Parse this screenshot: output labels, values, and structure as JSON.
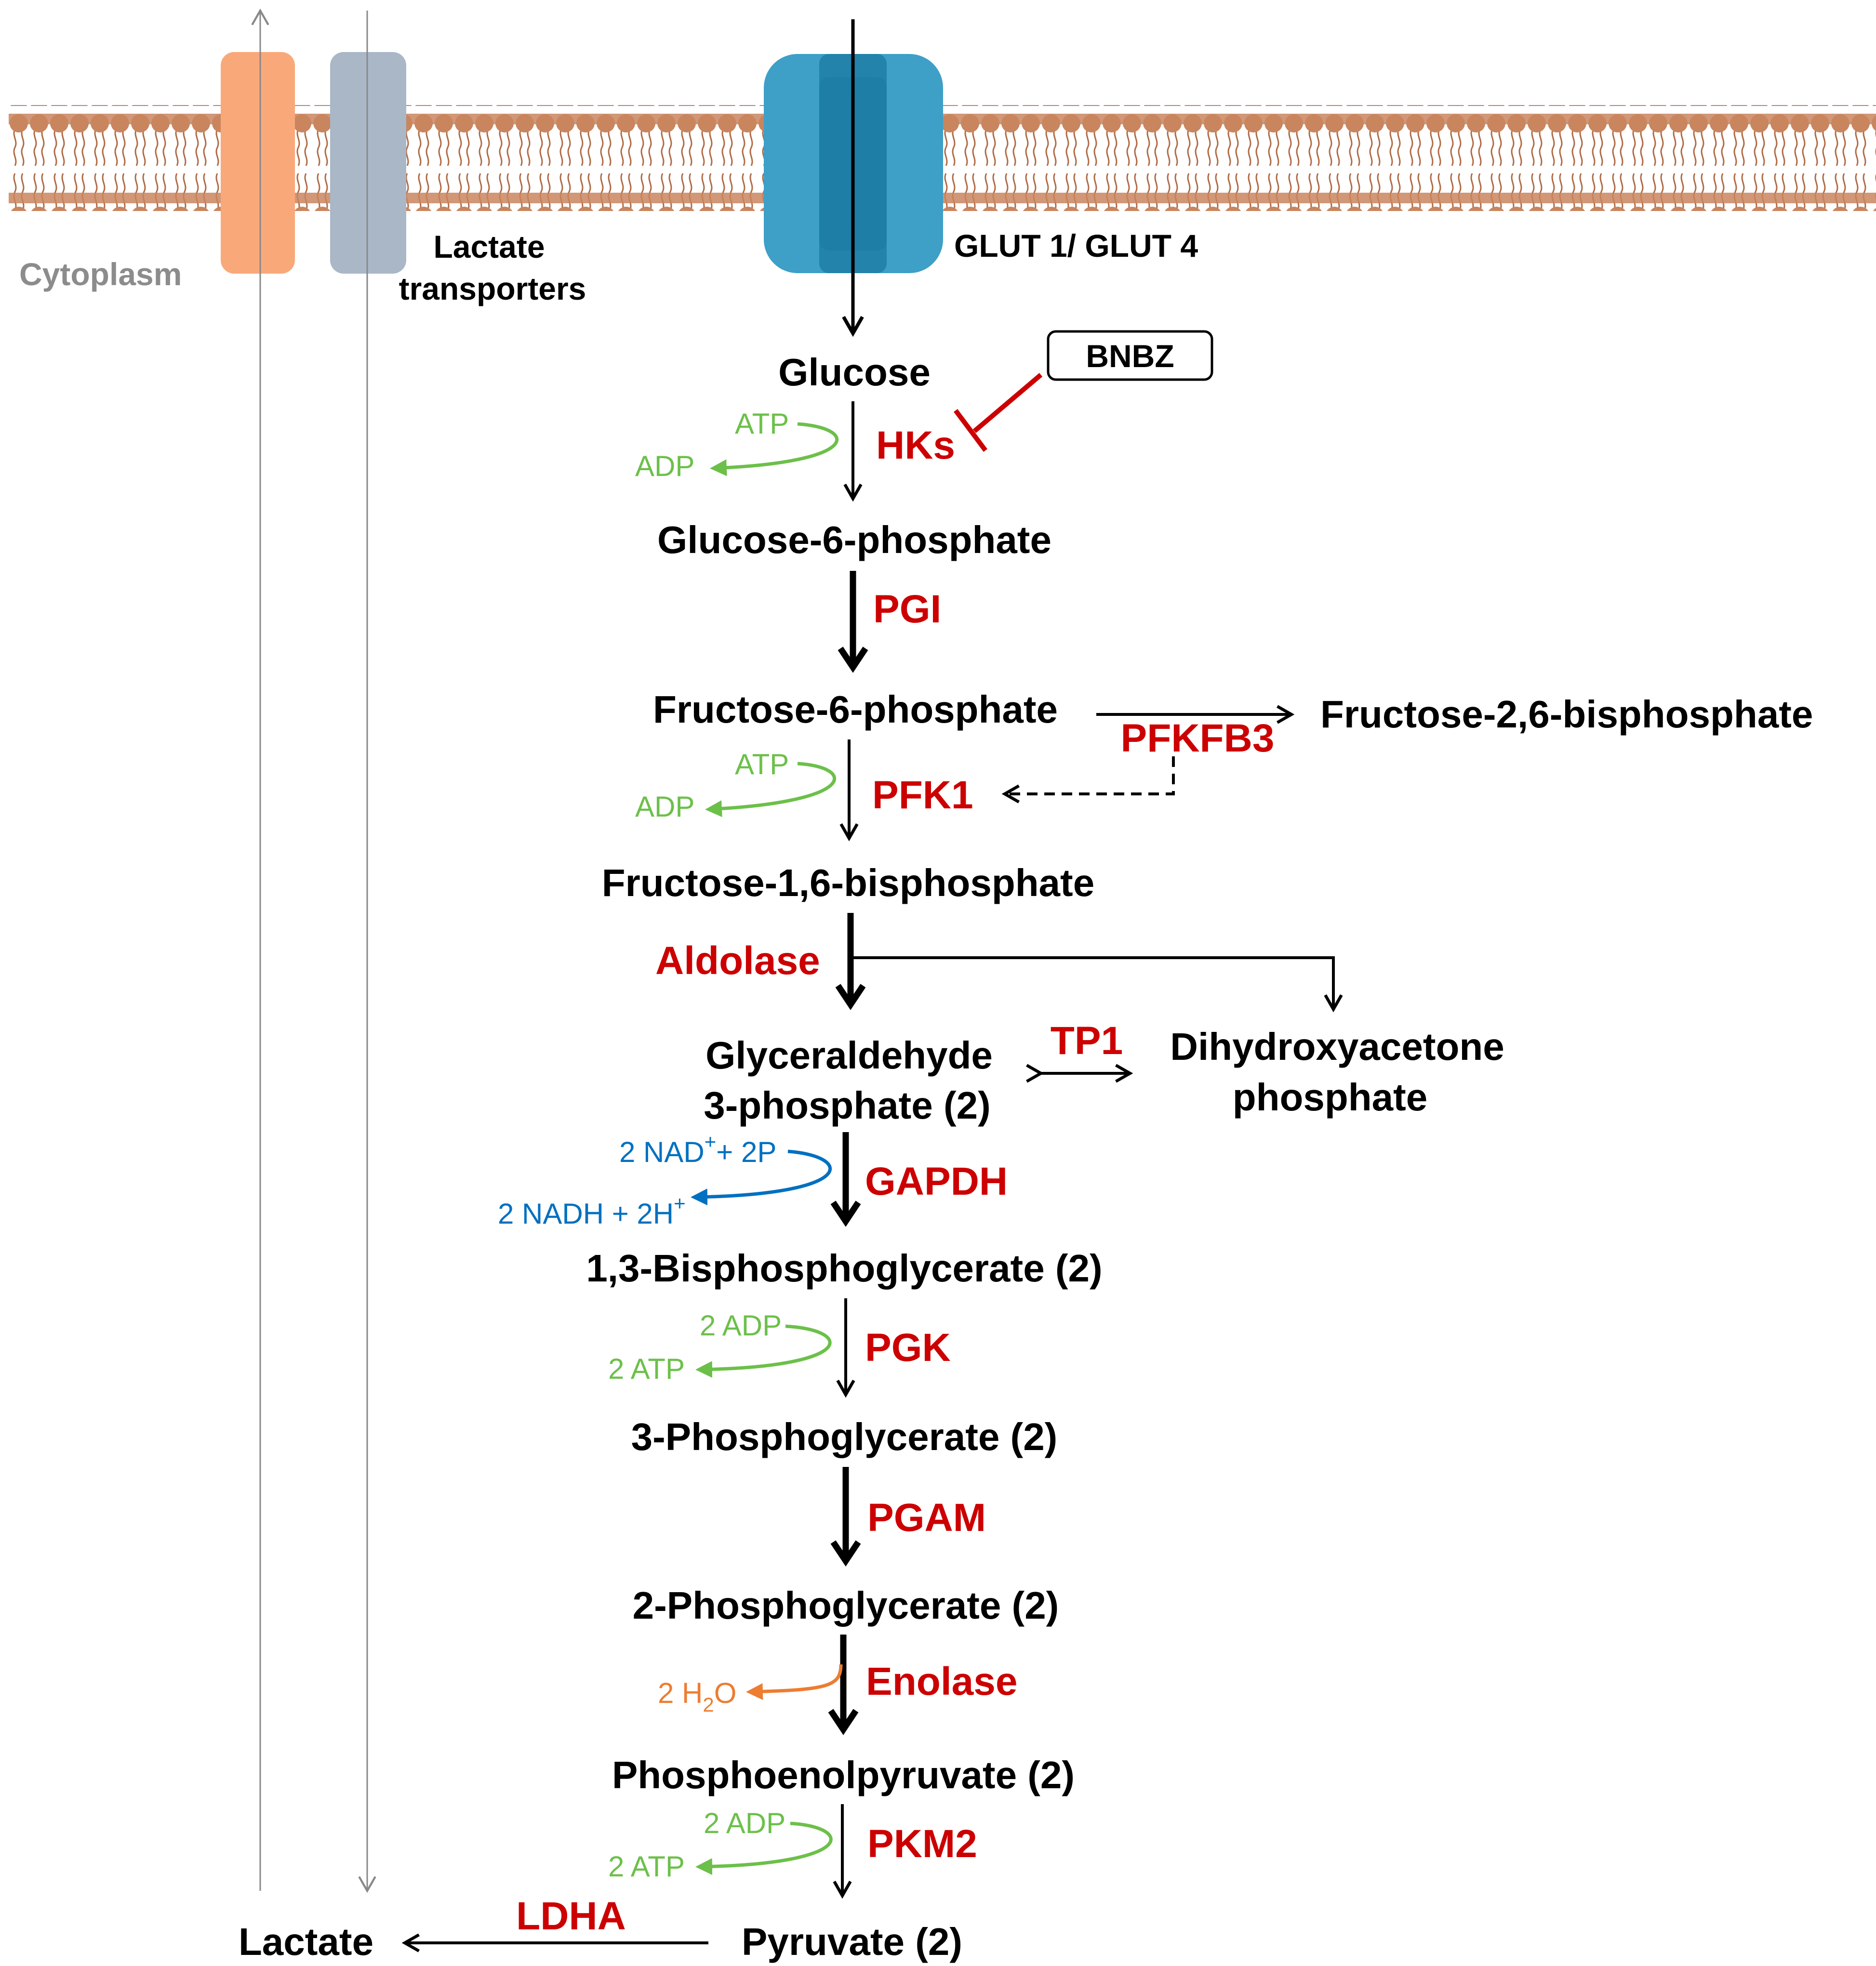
{
  "colors": {
    "membrane": "#c9855e",
    "membrane_dark": "#b06a44",
    "enzyme": "#cc0000",
    "atp": "#6cc04a",
    "nad": "#0070c0",
    "water": "#ed7d31",
    "transporter_orange": "#f9a87a",
    "transporter_gray": "#a9b7c7",
    "glut_blue": "#3e9fc7",
    "glut_dark": "#1f7ea5",
    "cytoplasm_text": "#8c8c8c"
  },
  "membrane": {
    "cytoplasm_label": "Cytoplasm",
    "lactate_transporters_line1": "Lactate",
    "lactate_transporters_line2": "transporters",
    "glut_label": "GLUT 1/ GLUT 4"
  },
  "inhibitor": {
    "label": "BNBZ"
  },
  "metabolites": {
    "glucose": "Glucose",
    "g6p": "Glucose-6-phosphate",
    "f6p": "Fructose-6-phosphate",
    "f26bp": "Fructose-2,6-bisphosphate",
    "f16bp": "Fructose-1,6-bisphosphate",
    "g3p_line1": "Glyceraldehyde",
    "g3p_line2": "3-phosphate (2)",
    "dhap_line1": "Dihydroxyacetone",
    "dhap_line2": "phosphate",
    "bpg13": "1,3-Bisphosphoglycerate (2)",
    "pg3": "3-Phosphoglycerate (2)",
    "pg2": "2-Phosphoglycerate (2)",
    "pep": "Phosphoenolpyruvate (2)",
    "pyruvate": "Pyruvate (2)",
    "lactate": "Lactate"
  },
  "enzymes": {
    "hks": "HKs",
    "pgi": "PGI",
    "pfkfb3": "PFKFB3",
    "pfk1": "PFK1",
    "aldolase": "Aldolase",
    "tp1": "TP1",
    "gapdh": "GAPDH",
    "pgk": "PGK",
    "pgam": "PGAM",
    "enolase": "Enolase",
    "pkm2": "PKM2",
    "ldha": "LDHA"
  },
  "cofactors": {
    "hk_in": "ATP",
    "hk_out": "ADP",
    "pfk_in": "ATP",
    "pfk_out": "ADP",
    "gapdh_in_a": "2 NAD",
    "gapdh_in_sup": "+",
    "gapdh_in_b": "+ 2P",
    "gapdh_out_a": "2 NADH  + 2H",
    "gapdh_out_sup": "+",
    "pgk_in": "2 ADP",
    "pgk_out": "2 ATP",
    "enolase_out_a": "2 H",
    "enolase_out_sub": "2",
    "enolase_out_b": "O",
    "pkm_in": "2 ADP",
    "pkm_out": "2 ATP"
  }
}
